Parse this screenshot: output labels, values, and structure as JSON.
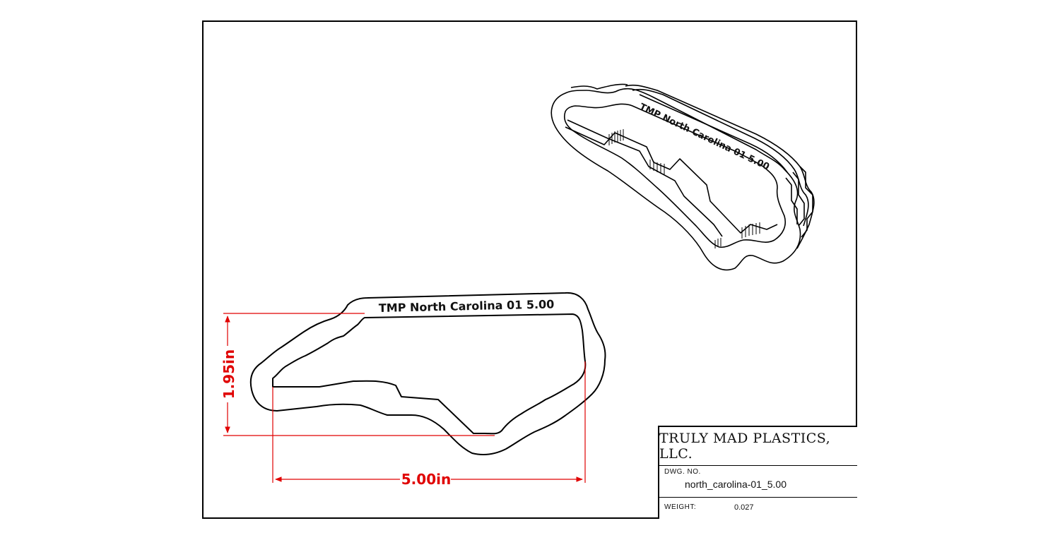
{
  "company": "TRULY MAD PLASTICS, LLC.",
  "drawing": {
    "dwg_no_label": "DWG.  NO.",
    "dwg_no": "north_carolina-01_5.00",
    "weight_label": "WEIGHT:",
    "weight": "0.027"
  },
  "part_engraving": "TMP  North Carolina 01  5.00",
  "dimensions": {
    "height": "1.95in",
    "width": "5.00in"
  },
  "colors": {
    "dimension": "#e00000",
    "outline": "#000000"
  }
}
